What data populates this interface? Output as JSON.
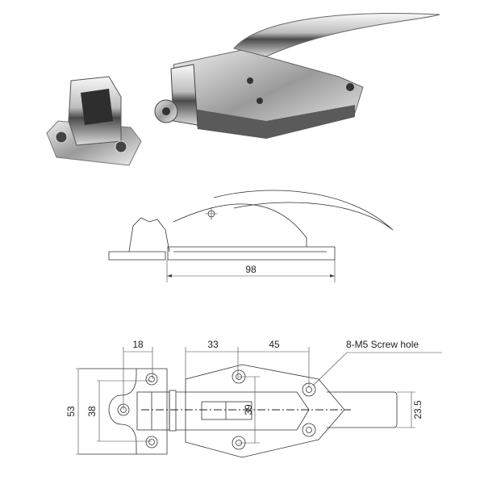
{
  "side_view": {
    "length_label": "98"
  },
  "top_view": {
    "dim_keeper_hole_spacing": "18",
    "dim_plate_first": "33",
    "dim_plate_second": "45",
    "dim_keeper_height": "53",
    "dim_keeper_holes": "38",
    "dim_plate_holes": "39",
    "dim_bar_width": "23.5",
    "screw_hole_note": "8-M5 Screw hole"
  },
  "colors": {
    "line": "#333333",
    "chrome_light": "#f4f4f4",
    "chrome_dark": "#3a3a3a"
  }
}
